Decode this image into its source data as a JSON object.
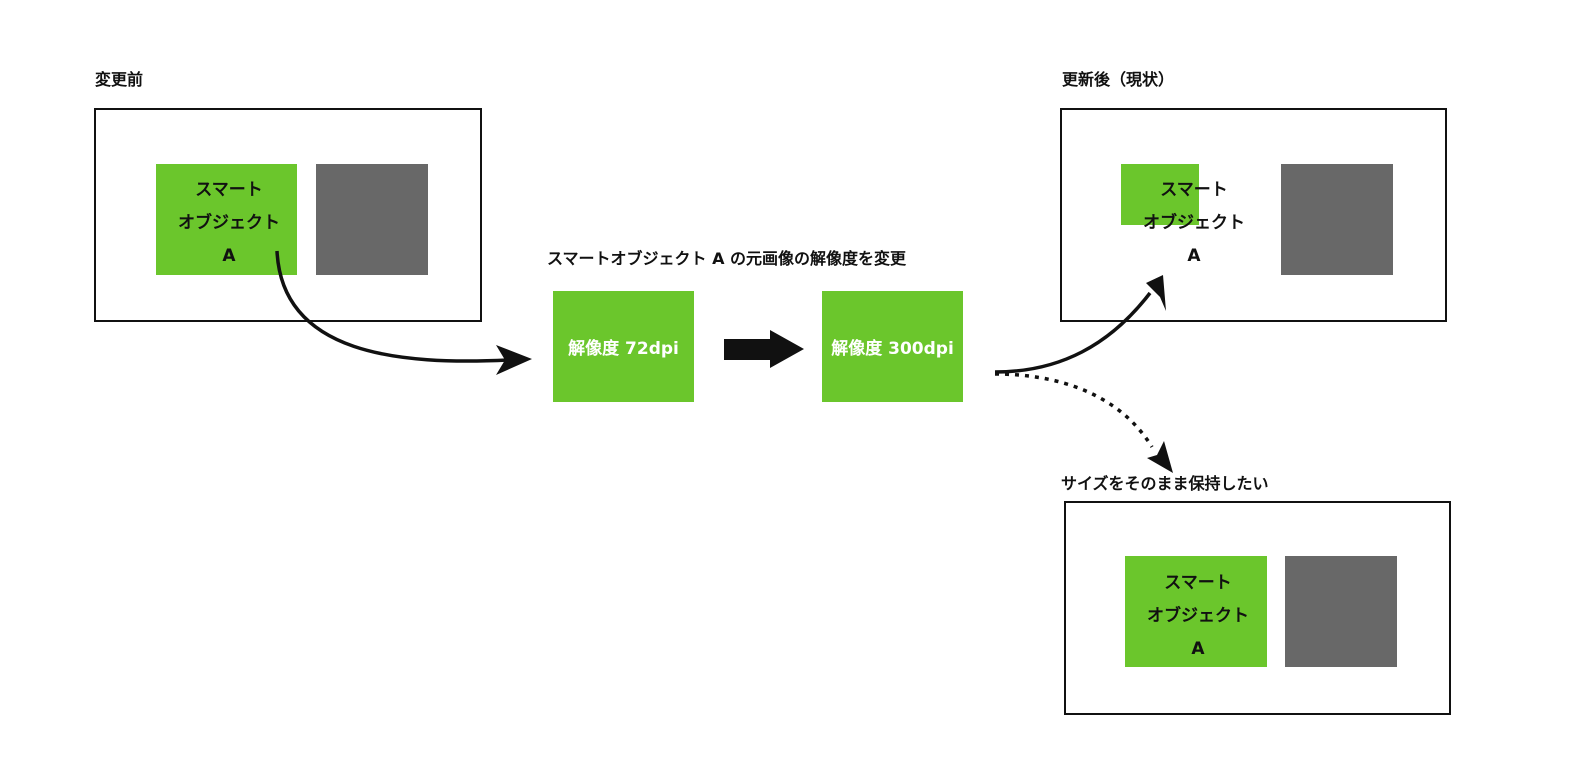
{
  "colors": {
    "accent_green": "#6bc62c",
    "placeholder_gray": "#686868",
    "stroke": "#111111",
    "background": "#ffffff"
  },
  "before": {
    "heading": "変更前",
    "object_label_lines": [
      "スマート",
      "オブジェクト",
      "A"
    ]
  },
  "process": {
    "heading": "スマートオブジェクト A の元画像の解像度を変更",
    "from_box": "解像度 72dpi",
    "to_box": "解像度 300dpi",
    "arrow_icon": "right-block-arrow-icon"
  },
  "after_current": {
    "heading": "更新後（現状）",
    "object_label_lines": [
      "スマート",
      "オブジェクト",
      "A"
    ]
  },
  "desired": {
    "heading": "サイズをそのまま保持したい",
    "object_label_lines": [
      "スマート",
      "オブジェクト",
      "A"
    ]
  },
  "connectors": [
    {
      "from": "before-smart-object",
      "to": "resolution-72dpi-box",
      "style": "solid"
    },
    {
      "from": "resolution-300dpi-box",
      "to": "after-current-smart-object",
      "style": "solid"
    },
    {
      "from": "resolution-300dpi-box",
      "to": "desired-frame",
      "style": "dotted"
    }
  ]
}
